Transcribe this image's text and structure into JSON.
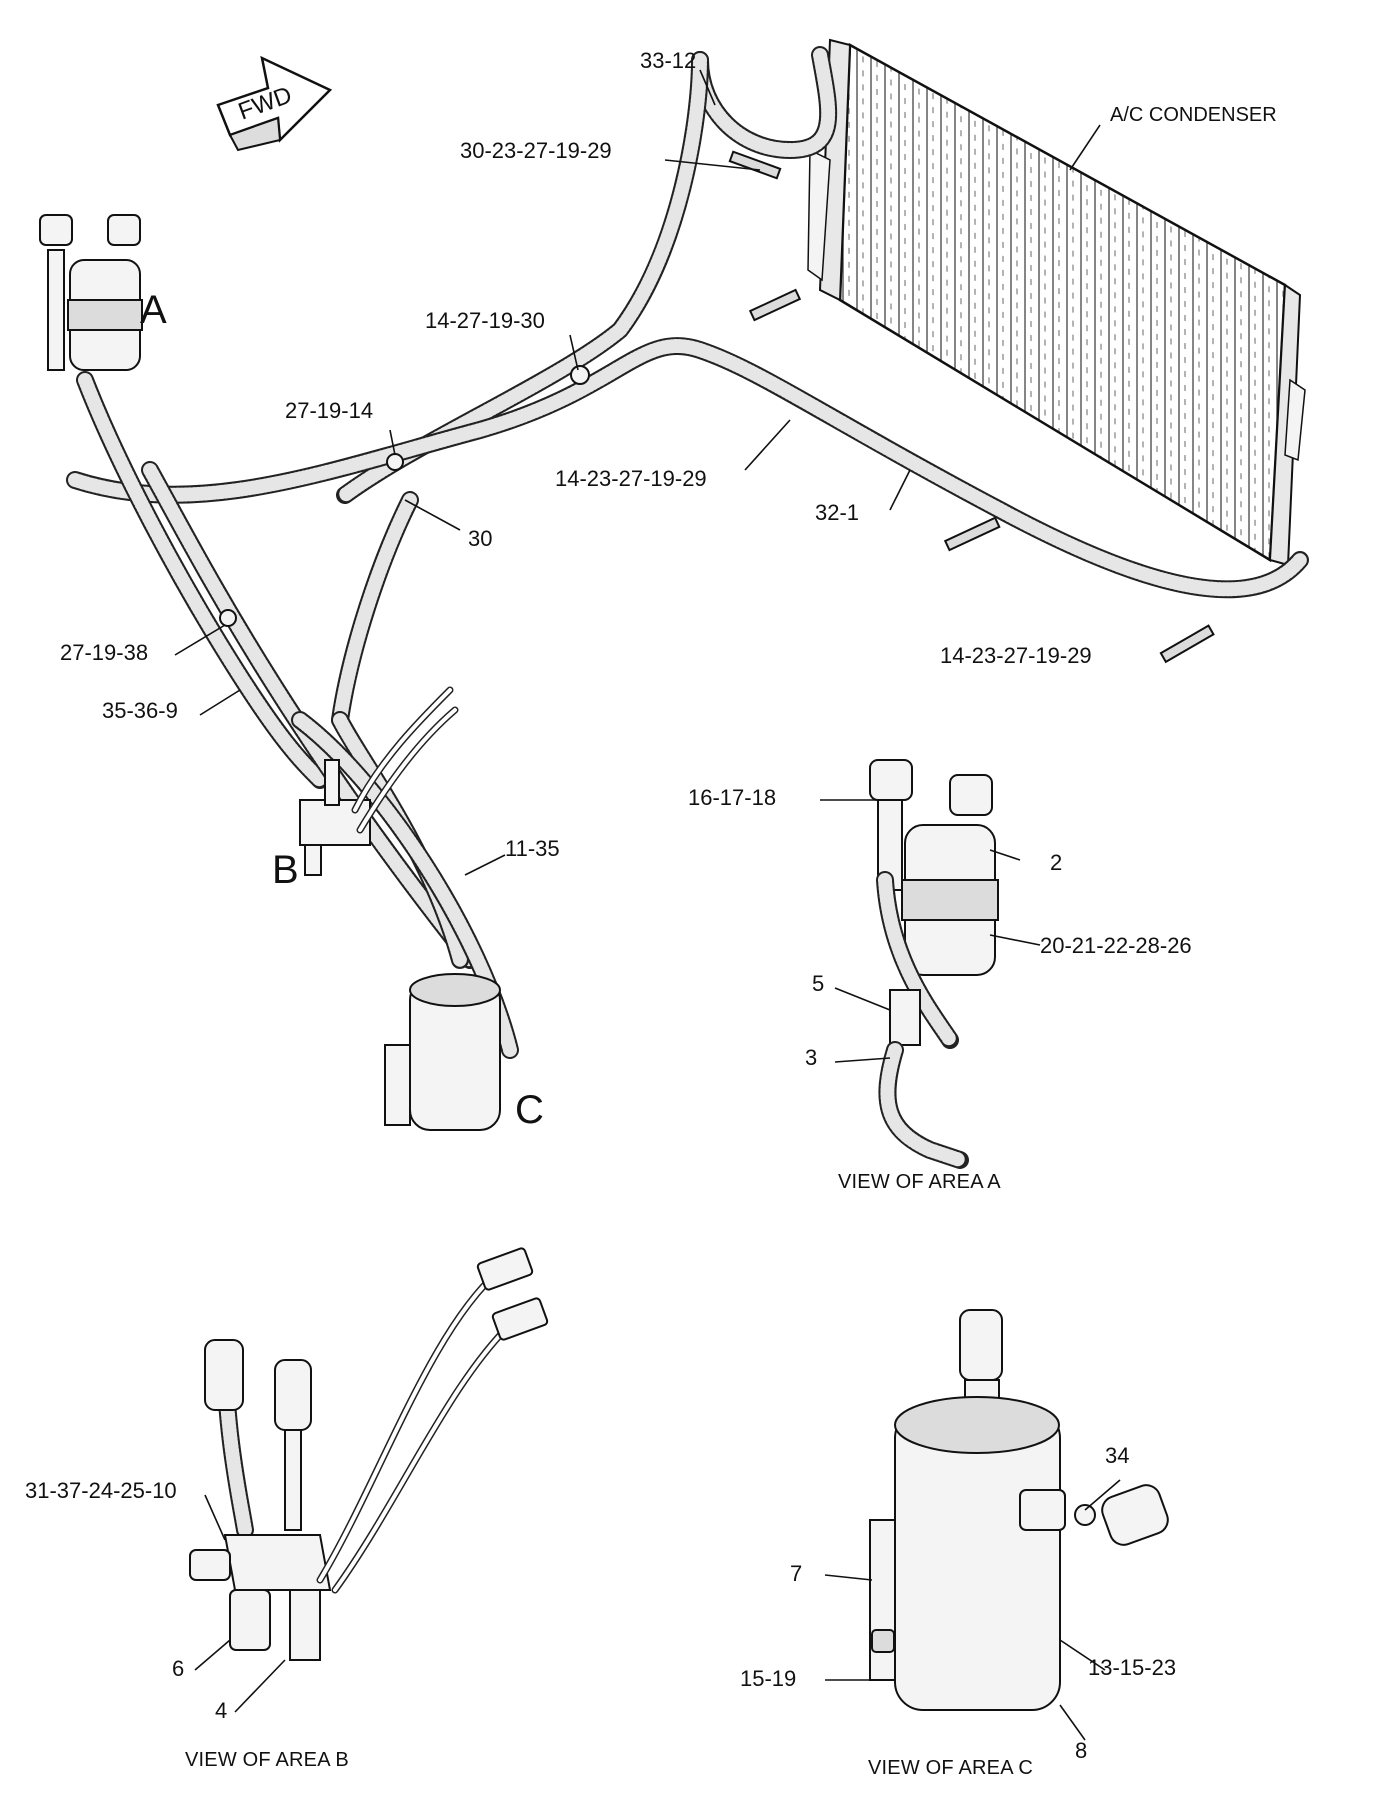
{
  "fwd_label": "FWD",
  "area_letters": {
    "a": "A",
    "b": "B",
    "c": "C"
  },
  "condenser_label": "A/C CONDENSER",
  "callouts_main": [
    {
      "id": "c-33-12",
      "text": "33-12"
    },
    {
      "id": "c-30-23-27-19-29",
      "text": "30-23-27-19-29"
    },
    {
      "id": "c-14-27-19-30",
      "text": "14-27-19-30"
    },
    {
      "id": "c-27-19-14",
      "text": "27-19-14"
    },
    {
      "id": "c-14-23-27-19-29-a",
      "text": "14-23-27-19-29"
    },
    {
      "id": "c-32-1",
      "text": "32-1"
    },
    {
      "id": "c-30",
      "text": "30"
    },
    {
      "id": "c-14-23-27-19-29-b",
      "text": "14-23-27-19-29"
    },
    {
      "id": "c-27-19-38",
      "text": "27-19-38"
    },
    {
      "id": "c-35-36-9",
      "text": "35-36-9"
    },
    {
      "id": "c-11-35",
      "text": "11-35"
    }
  ],
  "view_a": {
    "caption": "VIEW OF AREA A",
    "callouts": [
      {
        "id": "a-16-17-18",
        "text": "16-17-18"
      },
      {
        "id": "a-2",
        "text": "2"
      },
      {
        "id": "a-20-21-22-28-26",
        "text": "20-21-22-28-26"
      },
      {
        "id": "a-5",
        "text": "5"
      },
      {
        "id": "a-3",
        "text": "3"
      }
    ]
  },
  "view_b": {
    "caption": "VIEW OF AREA B",
    "callouts": [
      {
        "id": "b-31-37-24-25-10",
        "text": "31-37-24-25-10"
      },
      {
        "id": "b-6",
        "text": "6"
      },
      {
        "id": "b-4",
        "text": "4"
      }
    ]
  },
  "view_c": {
    "caption": "VIEW OF AREA C",
    "callouts": [
      {
        "id": "cc-34",
        "text": "34"
      },
      {
        "id": "cc-7",
        "text": "7"
      },
      {
        "id": "cc-15-19",
        "text": "15-19"
      },
      {
        "id": "cc-13-15-23",
        "text": "13-15-23"
      },
      {
        "id": "cc-8",
        "text": "8"
      }
    ]
  }
}
